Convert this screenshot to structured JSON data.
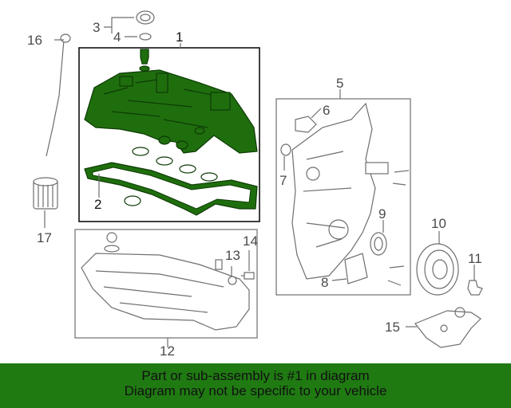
{
  "colors": {
    "highlight": "#1f6e0e",
    "highlight_dark": "#0e3b06",
    "line": "#6e6e6e",
    "footer_bg": "#1f7a12"
  },
  "callouts": {
    "c1": "1",
    "c2": "2",
    "c3": "3",
    "c4": "4",
    "c5": "5",
    "c6": "6",
    "c7": "7",
    "c8": "8",
    "c9": "9",
    "c10": "10",
    "c11": "11",
    "c12": "12",
    "c13": "13",
    "c14": "14",
    "c15": "15",
    "c16": "16",
    "c17": "17"
  },
  "footer": {
    "line1": "Part or sub-assembly is #1 in diagram",
    "line2": "Diagram may not be specific to your vehicle"
  }
}
